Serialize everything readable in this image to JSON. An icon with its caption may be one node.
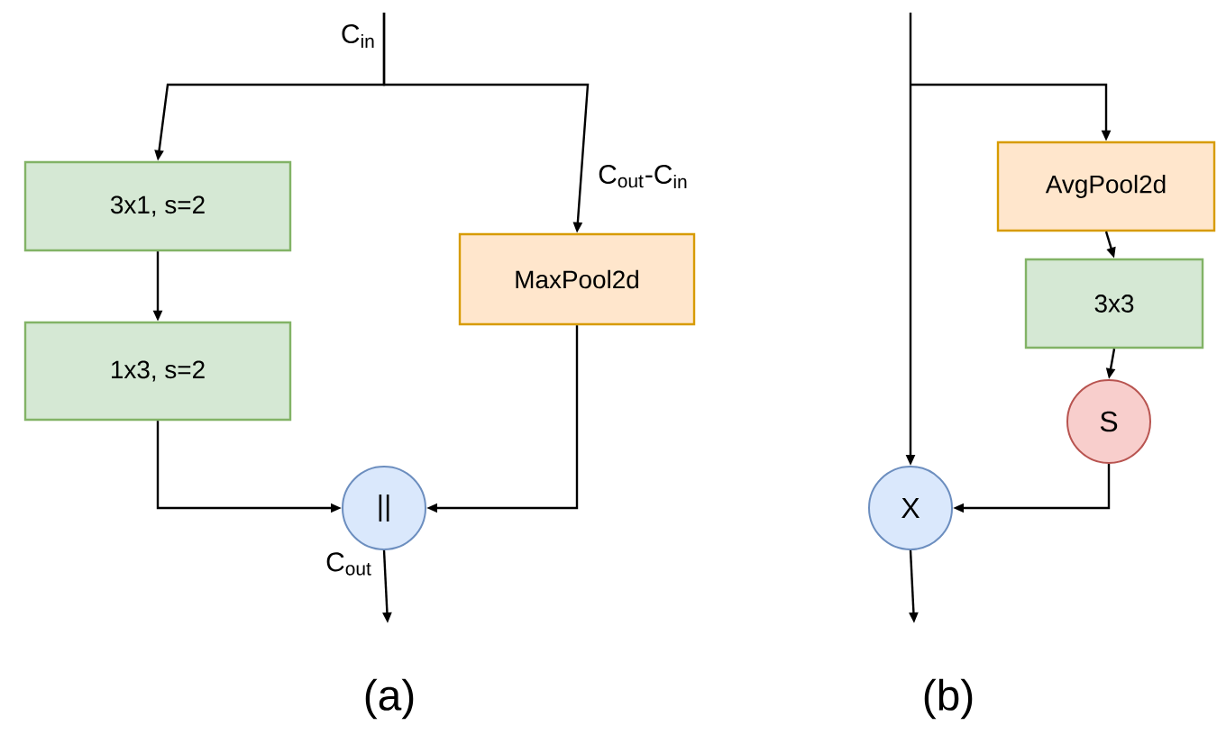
{
  "diagram": {
    "nodes": [
      {
        "text": [
          "3x1, s=2"
        ]
      },
      {
        "text": [
          "1x3, s=2"
        ]
      },
      {
        "text": [
          "MaxPool2d"
        ]
      },
      {
        "text": [
          "||"
        ]
      },
      {
        "text": [
          "AvgPool2d"
        ]
      },
      {
        "text": [
          "3x3"
        ]
      },
      {
        "text": [
          "S"
        ]
      },
      {
        "text": [
          "X"
        ]
      }
    ],
    "edges": [
      {
        "from": null,
        "to": 0,
        "arrow": "to"
      },
      {
        "from": null,
        "to": 2,
        "arrow": "to",
        "label": "C$_{out}$-C$_{in}$"
      },
      {
        "from": 0,
        "to": 1,
        "arrow": "to"
      },
      {
        "from": 1,
        "to": 3,
        "arrow": "to"
      },
      {
        "from": 2,
        "to": 3,
        "arrow": "to"
      },
      {
        "from": 3,
        "to": null,
        "arrow": "to",
        "label": "C$_{out}$"
      },
      {
        "from": null,
        "to": 7,
        "arrow": "to"
      },
      {
        "from": null,
        "to": 4,
        "arrow": "to"
      },
      {
        "from": 4,
        "to": 5,
        "arrow": "to"
      },
      {
        "from": 5,
        "to": 6,
        "arrow": "to"
      },
      {
        "from": 6,
        "to": 7,
        "arrow": "to"
      },
      {
        "from": 7,
        "to": null,
        "arrow": "to"
      }
    ],
    "labels": [
      "C$_{in}$",
      "(a)",
      "(b)"
    ]
  }
}
